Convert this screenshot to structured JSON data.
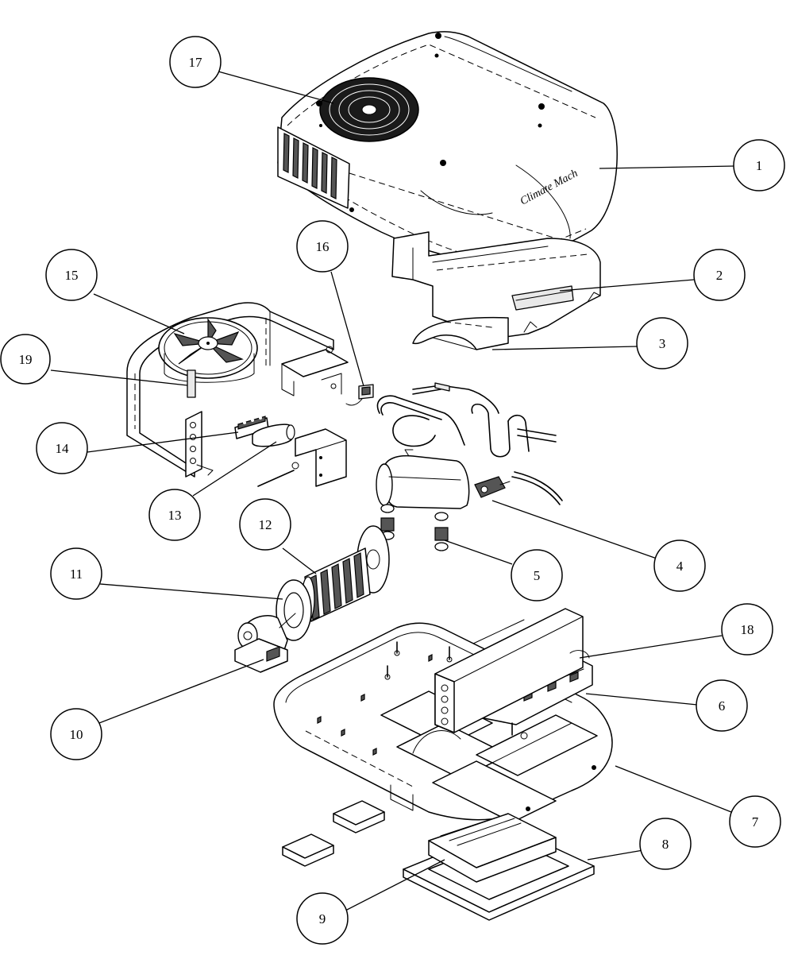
{
  "figure": {
    "kind": "exploded-parts-diagram",
    "callouts": [
      {
        "label": "1"
      },
      {
        "label": "2"
      },
      {
        "label": "3"
      },
      {
        "label": "4"
      },
      {
        "label": "5"
      },
      {
        "label": "6"
      },
      {
        "label": "7"
      },
      {
        "label": "8"
      },
      {
        "label": "9"
      },
      {
        "label": "10"
      },
      {
        "label": "11"
      },
      {
        "label": "12"
      },
      {
        "label": "13"
      },
      {
        "label": "14"
      },
      {
        "label": "15"
      },
      {
        "label": "16"
      },
      {
        "label": "17"
      },
      {
        "label": "18"
      },
      {
        "label": "19"
      }
    ],
    "cover_logo_text": "Climate Mach"
  }
}
